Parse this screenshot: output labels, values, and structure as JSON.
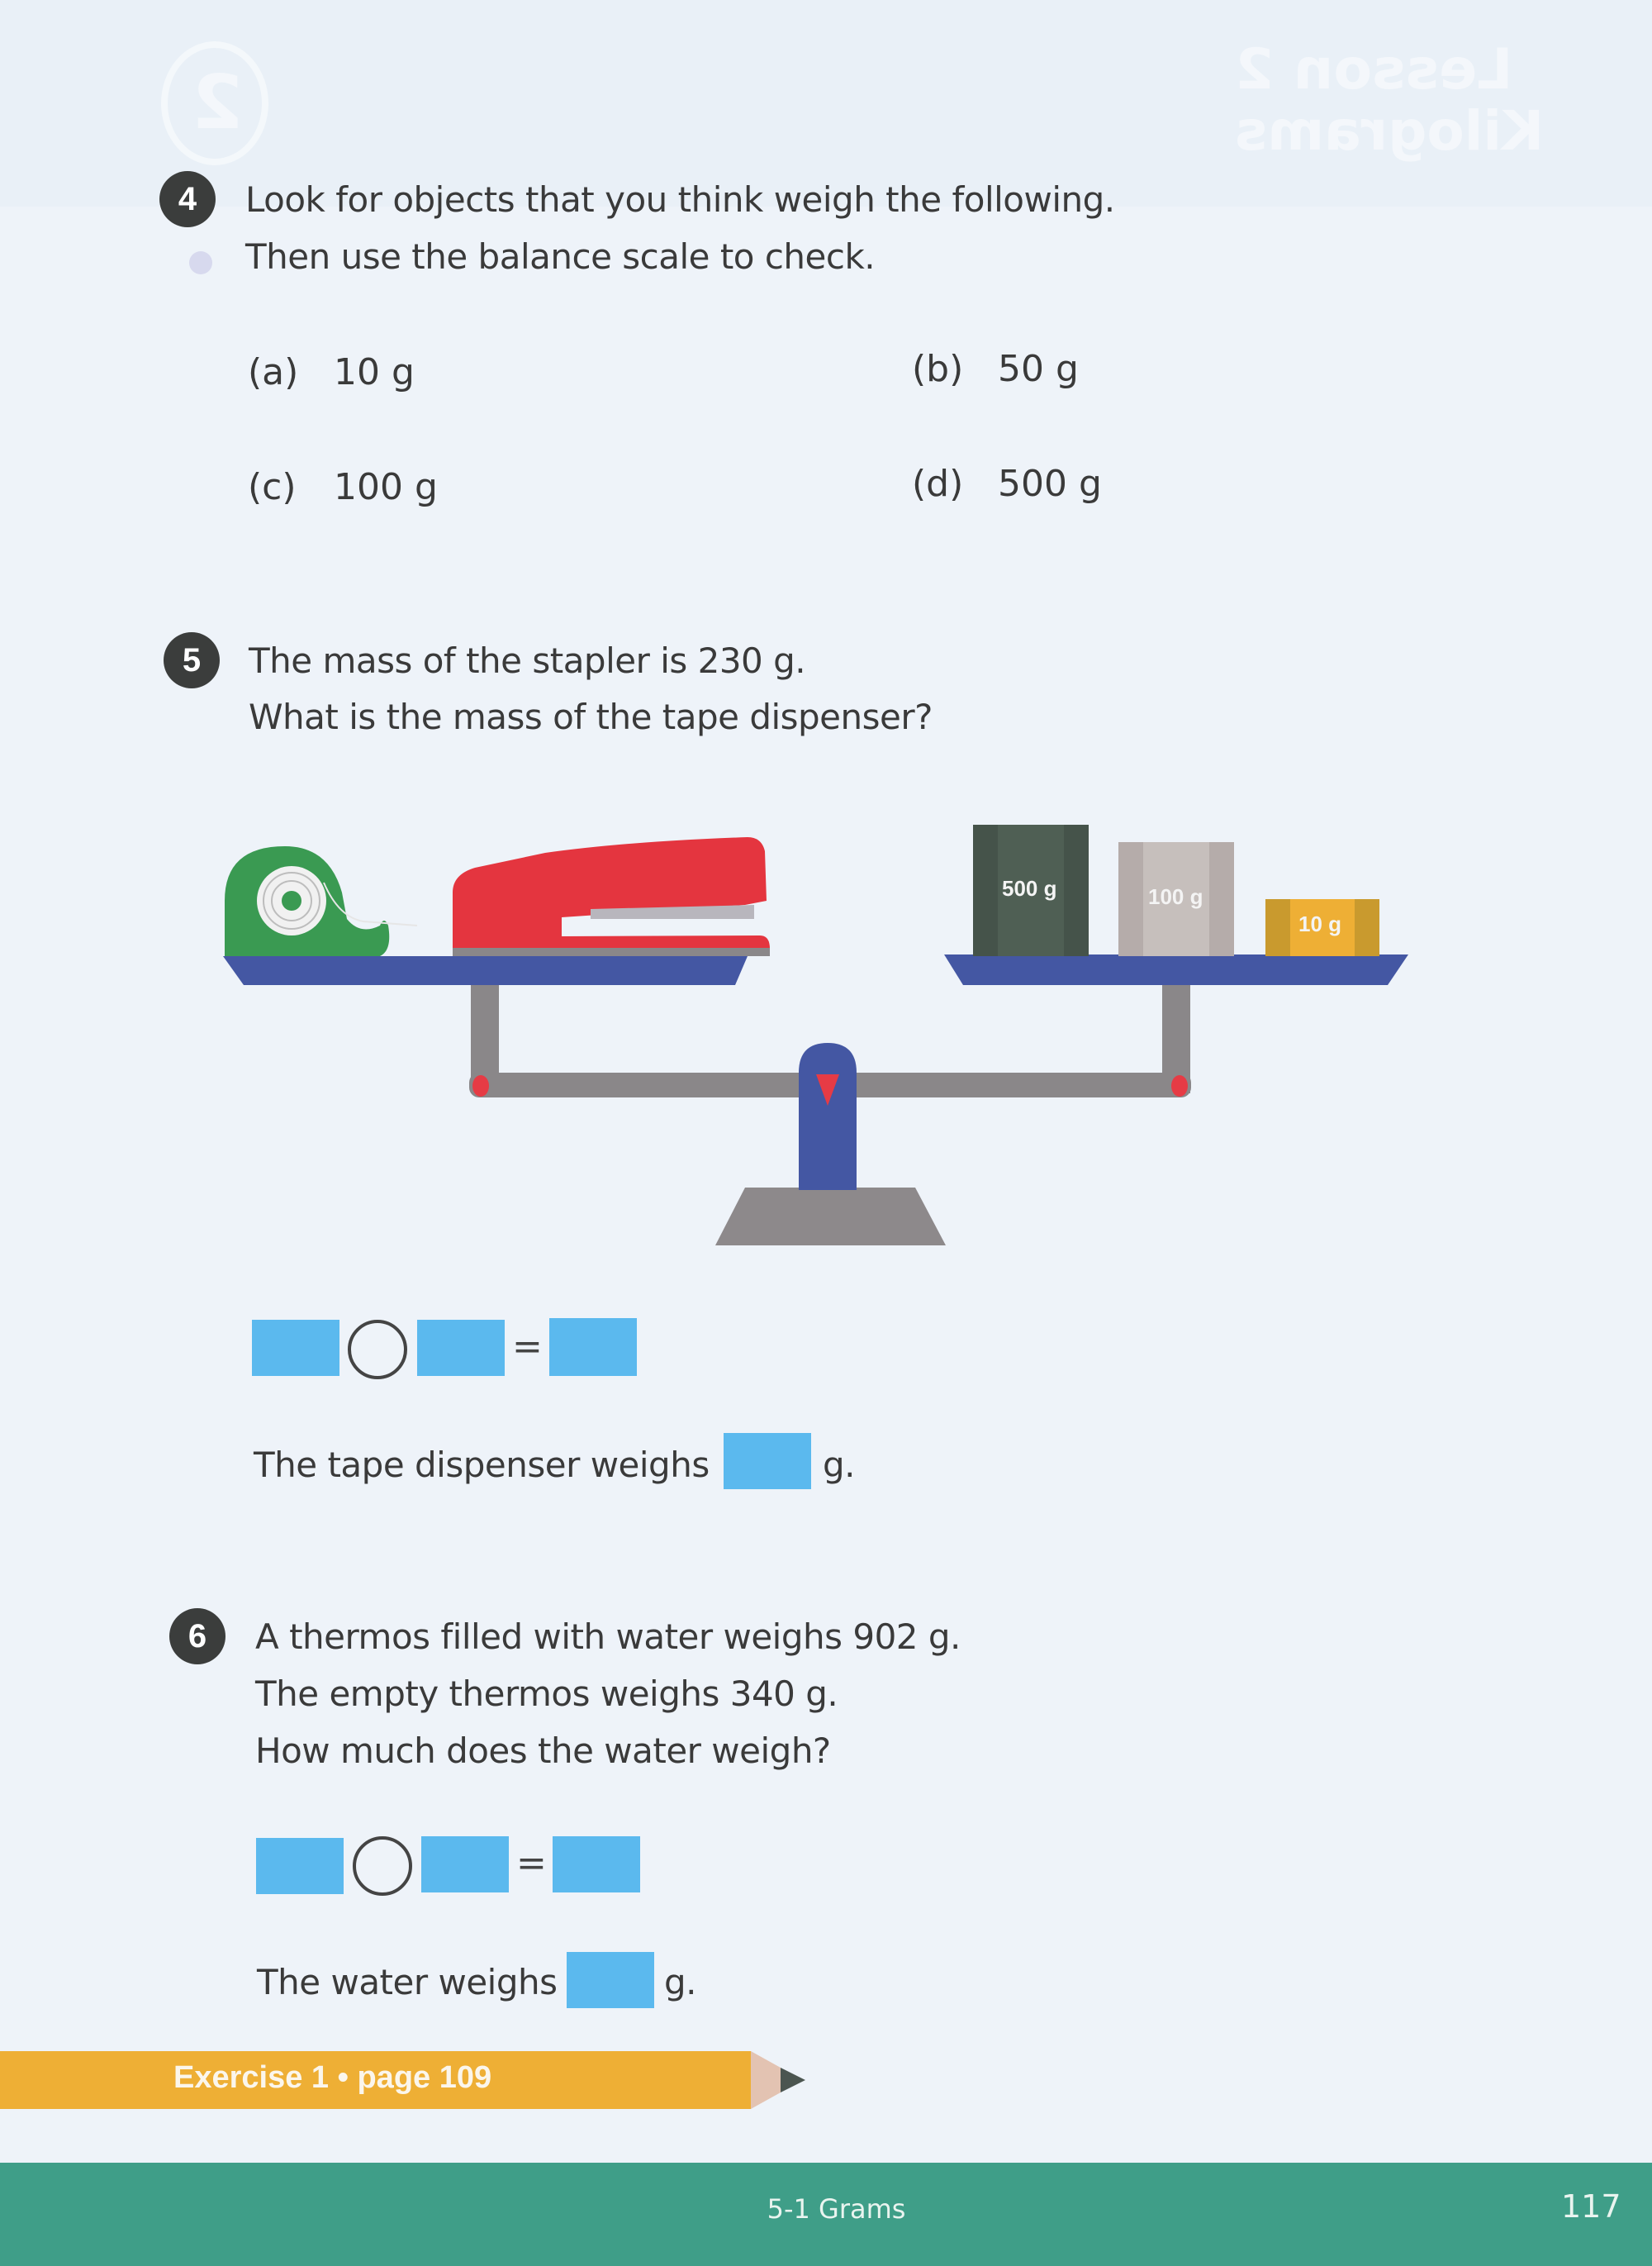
{
  "page": {
    "background": "#eef3f9",
    "show_through": {
      "lesson_title": "Lesson 2",
      "lesson_subtitle": "Kilograms",
      "lesson_number": "2"
    }
  },
  "questions": [
    {
      "number": "4",
      "lines": [
        "Look for objects that you think weigh the following.",
        "Then use the balance scale to check."
      ],
      "options": [
        {
          "label": "(a)",
          "value": "10 g"
        },
        {
          "label": "(b)",
          "value": "50 g"
        },
        {
          "label": "(c)",
          "value": "100 g"
        },
        {
          "label": "(d)",
          "value": "500 g"
        }
      ]
    },
    {
      "number": "5",
      "lines": [
        "The mass of the stapler is 230 g.",
        "What is the mass of the tape dispenser?"
      ],
      "illustration": {
        "type": "balance-scale",
        "left_pan": [
          "tape dispenser",
          "stapler"
        ],
        "right_pan_weights": [
          {
            "label": "500 g",
            "color": "#4a5a50"
          },
          {
            "label": "100 g",
            "color": "#c3bbb8"
          },
          {
            "label": "10 g",
            "color": "#eeaf35"
          }
        ],
        "colors": {
          "pan": "#4457a3",
          "beam": "#8a8789",
          "pivot": "#e63b45",
          "tape": "#3a9a52",
          "stapler": "#e4353f"
        }
      },
      "equation": {
        "equals": "="
      },
      "answer_sentence": {
        "prefix": "The tape dispenser weighs",
        "suffix": "g."
      }
    },
    {
      "number": "6",
      "lines": [
        "A thermos filled with water weighs 902 g.",
        "The empty thermos weighs 340 g.",
        "How much does the water weigh?"
      ],
      "equation": {
        "equals": "="
      },
      "answer_sentence": {
        "prefix": "The water weighs",
        "suffix": "g."
      }
    }
  ],
  "exercise_banner": {
    "text": "Exercise 1 • page 109",
    "color": "#eeaf35"
  },
  "footer": {
    "section": "5-1 Grams",
    "page_number": "117",
    "color": "#3f9e88"
  },
  "accent": {
    "answer_box": "#5bb9ee"
  }
}
